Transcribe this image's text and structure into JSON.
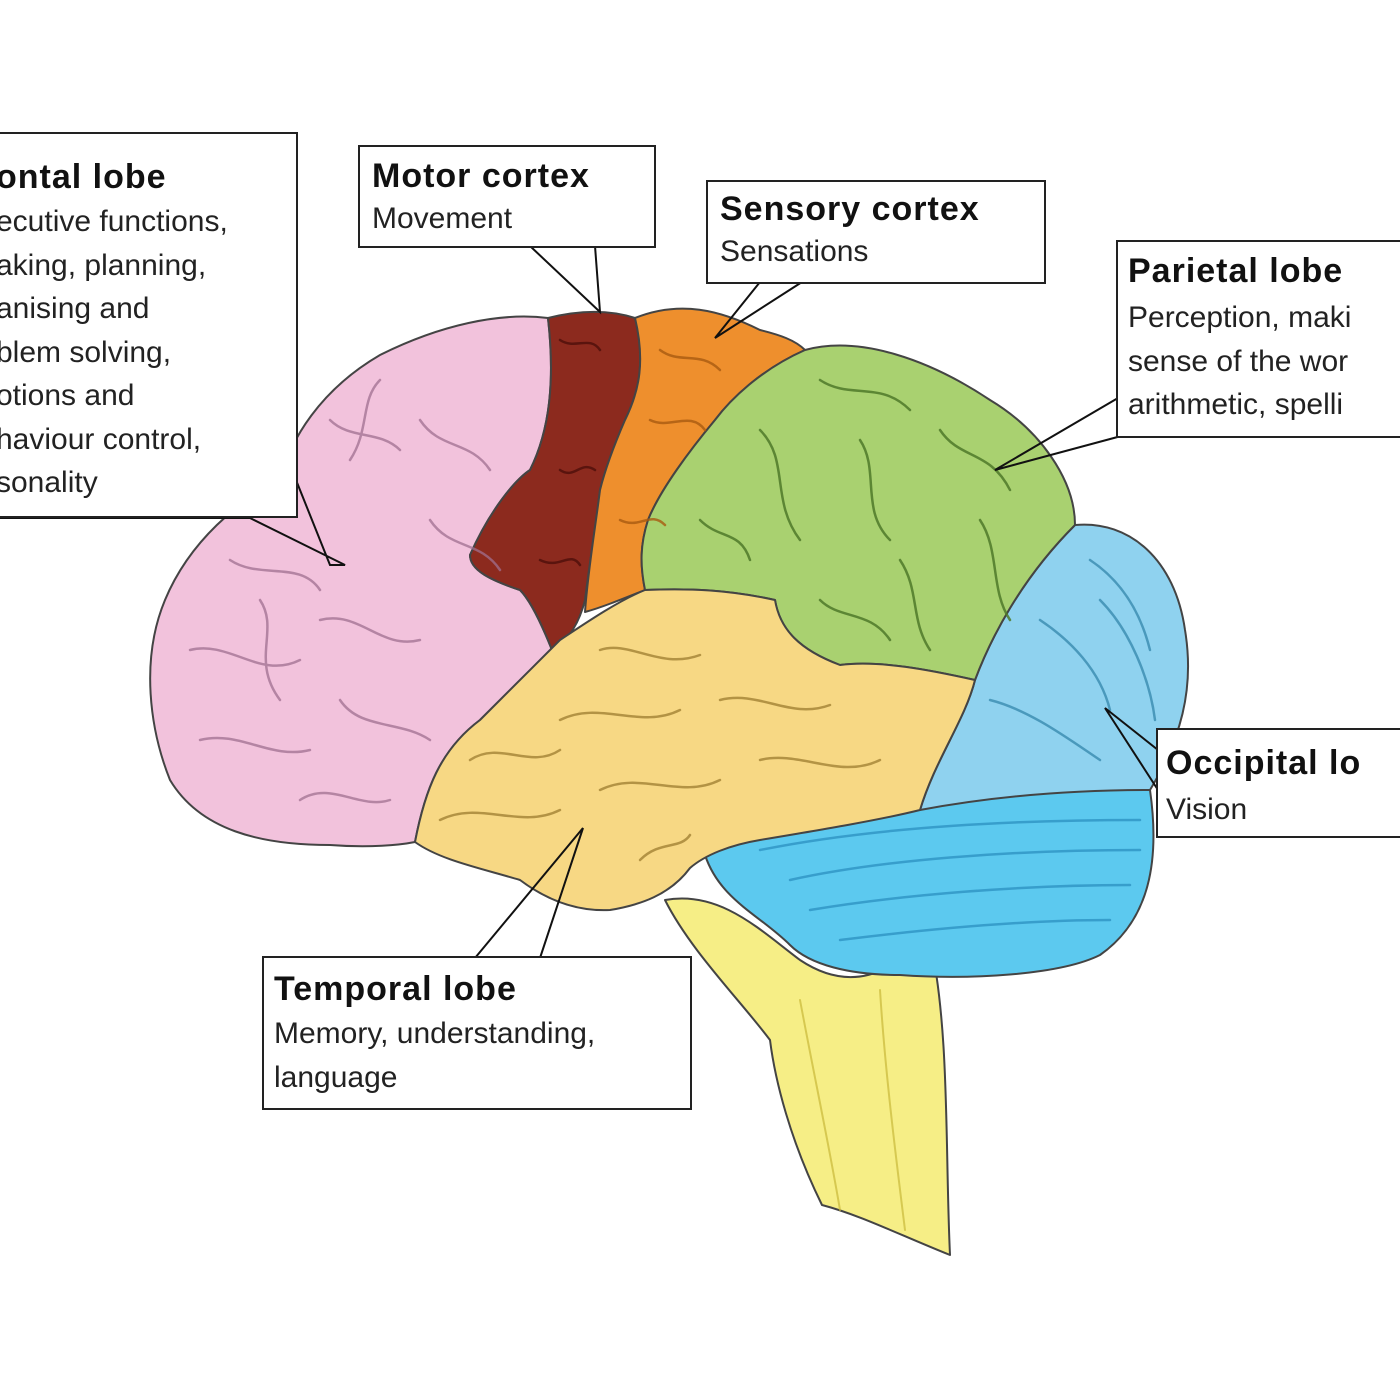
{
  "colors": {
    "frontal": "#f2c2dc",
    "motor": "#8c2a1e",
    "sensory": "#ee8f2d",
    "parietal": "#a9d170",
    "temporal": "#f7d884",
    "occipital": "#8fd2ef",
    "cerebellum": "#5cc9ef",
    "brainstem": "#f6ee86"
  },
  "labels": {
    "frontal": {
      "title": "ontal lobe",
      "lines": [
        "ecutive functions,",
        "aking, planning,",
        "anising and",
        "blem solving,",
        "otions and",
        "haviour control,",
        "sonality"
      ]
    },
    "motor": {
      "title": "Motor cortex",
      "lines": [
        "Movement"
      ]
    },
    "sensory": {
      "title": "Sensory cortex",
      "lines": [
        "Sensations"
      ]
    },
    "parietal": {
      "title": "Parietal lobe",
      "lines": [
        "Perception, maki",
        "sense of the wor",
        "arithmetic, spelli"
      ]
    },
    "occipital": {
      "title": "Occipital lo",
      "lines": [
        "Vision"
      ]
    },
    "temporal": {
      "title": "Temporal lobe",
      "lines": [
        "Memory, understanding,",
        "language"
      ]
    }
  }
}
